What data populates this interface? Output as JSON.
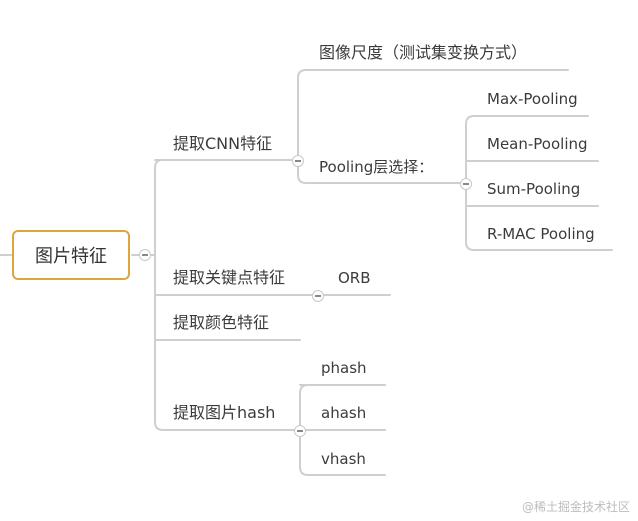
{
  "root": {
    "label": "图片特征"
  },
  "branches": {
    "cnn": {
      "label": "提取CNN特征",
      "scale": "图像尺度（测试集变换方式）",
      "pooling": {
        "label": "Pooling层选择：",
        "items": [
          "Max-Pooling",
          "Mean-Pooling",
          "Sum-Pooling",
          "R-MAC Pooling"
        ]
      }
    },
    "keypoint": {
      "label": "提取关键点特征",
      "child": "ORB"
    },
    "color": {
      "label": "提取颜色特征"
    },
    "hash": {
      "label": "提取图片hash",
      "items": [
        "phash",
        "ahash",
        "vhash"
      ]
    }
  },
  "watermark": "@稀土掘金技术社区",
  "colors": {
    "line": "#cfcfcf",
    "root_border": "#e0a53a"
  }
}
